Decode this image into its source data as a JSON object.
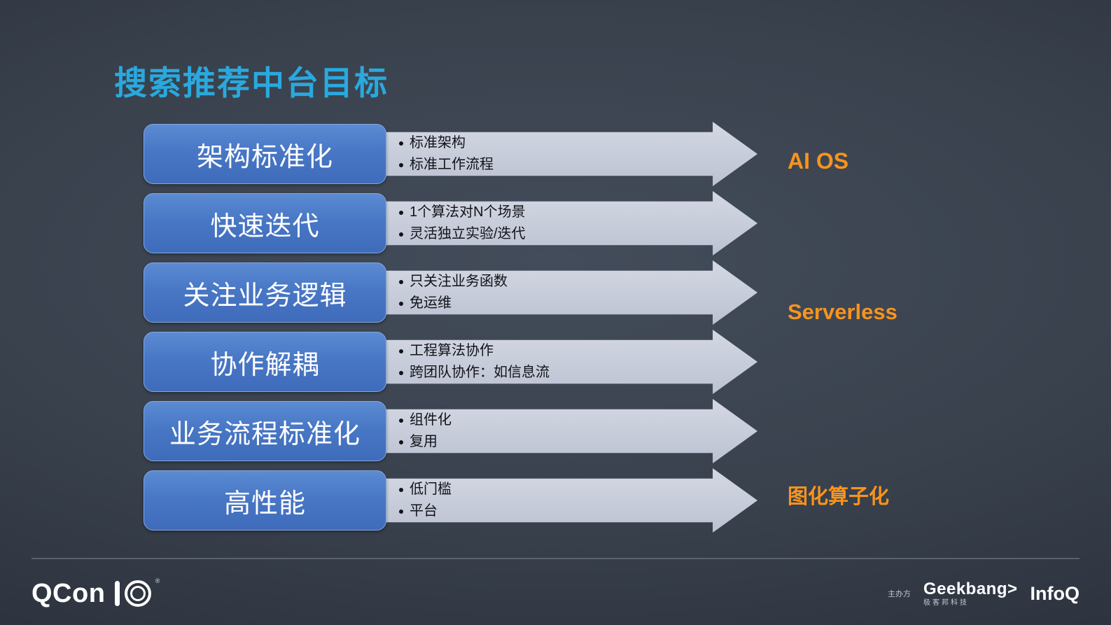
{
  "slide": {
    "title": "搜索推荐中台目标",
    "rows": [
      {
        "label": "架构标准化",
        "bullets": [
          "标准架构",
          "标准工作流程"
        ]
      },
      {
        "label": "快速迭代",
        "bullets": [
          "1个算法对N个场景",
          "灵活独立实验/迭代"
        ]
      },
      {
        "label": "关注业务逻辑",
        "bullets": [
          "只关注业务函数",
          "免运维"
        ]
      },
      {
        "label": "协作解耦",
        "bullets": [
          "工程算法协作",
          "跨团队协作：如信息流"
        ]
      },
      {
        "label": "业务流程标准化",
        "bullets": [
          "组件化",
          "复用"
        ]
      },
      {
        "label": "高性能",
        "bullets": [
          "低门槛",
          "平台"
        ]
      }
    ],
    "annotations": {
      "ai_os": "AI OS",
      "serverless": "Serverless",
      "graph": "图化算子化"
    }
  },
  "footer": {
    "qcon_label": "QCon",
    "organizer_label": "主办方",
    "geekbang_label": "Geekbang>",
    "geekbang_sub": "极客邦科技",
    "infoq_label": "InfoQ"
  },
  "colors": {
    "title": "#29a9de",
    "box_blue": "#4877c5",
    "arrow_gray": "#c7ccda",
    "accent_orange": "#f7941e",
    "background": "#39414d"
  }
}
